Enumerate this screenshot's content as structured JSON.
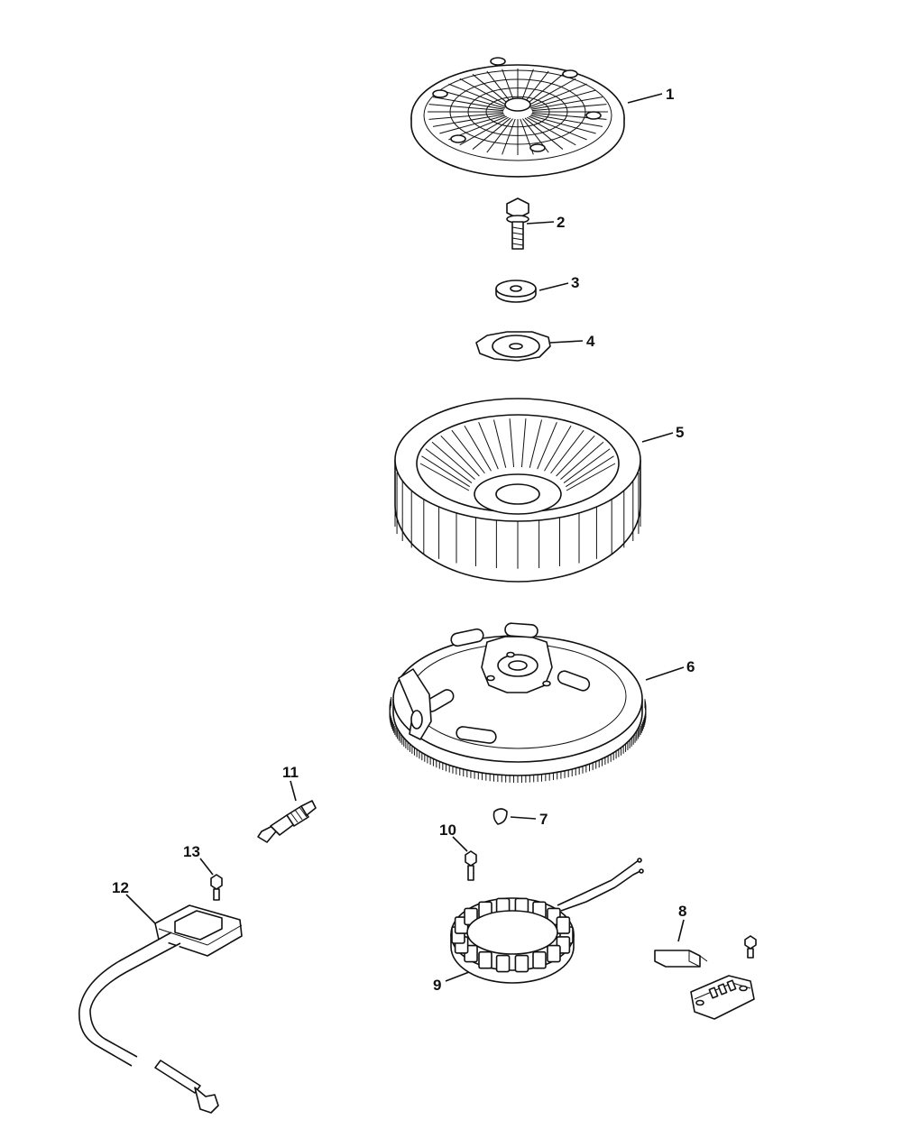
{
  "diagram": {
    "type": "exploded-parts-diagram",
    "callouts": [
      {
        "id": "1",
        "label": "1"
      },
      {
        "id": "2",
        "label": "2"
      },
      {
        "id": "3",
        "label": "3"
      },
      {
        "id": "4",
        "label": "4"
      },
      {
        "id": "5",
        "label": "5"
      },
      {
        "id": "6",
        "label": "6"
      },
      {
        "id": "7",
        "label": "7"
      },
      {
        "id": "8",
        "label": "8"
      },
      {
        "id": "9",
        "label": "9"
      },
      {
        "id": "10",
        "label": "10"
      },
      {
        "id": "11",
        "label": "11"
      },
      {
        "id": "12",
        "label": "12"
      },
      {
        "id": "13",
        "label": "13"
      }
    ]
  }
}
